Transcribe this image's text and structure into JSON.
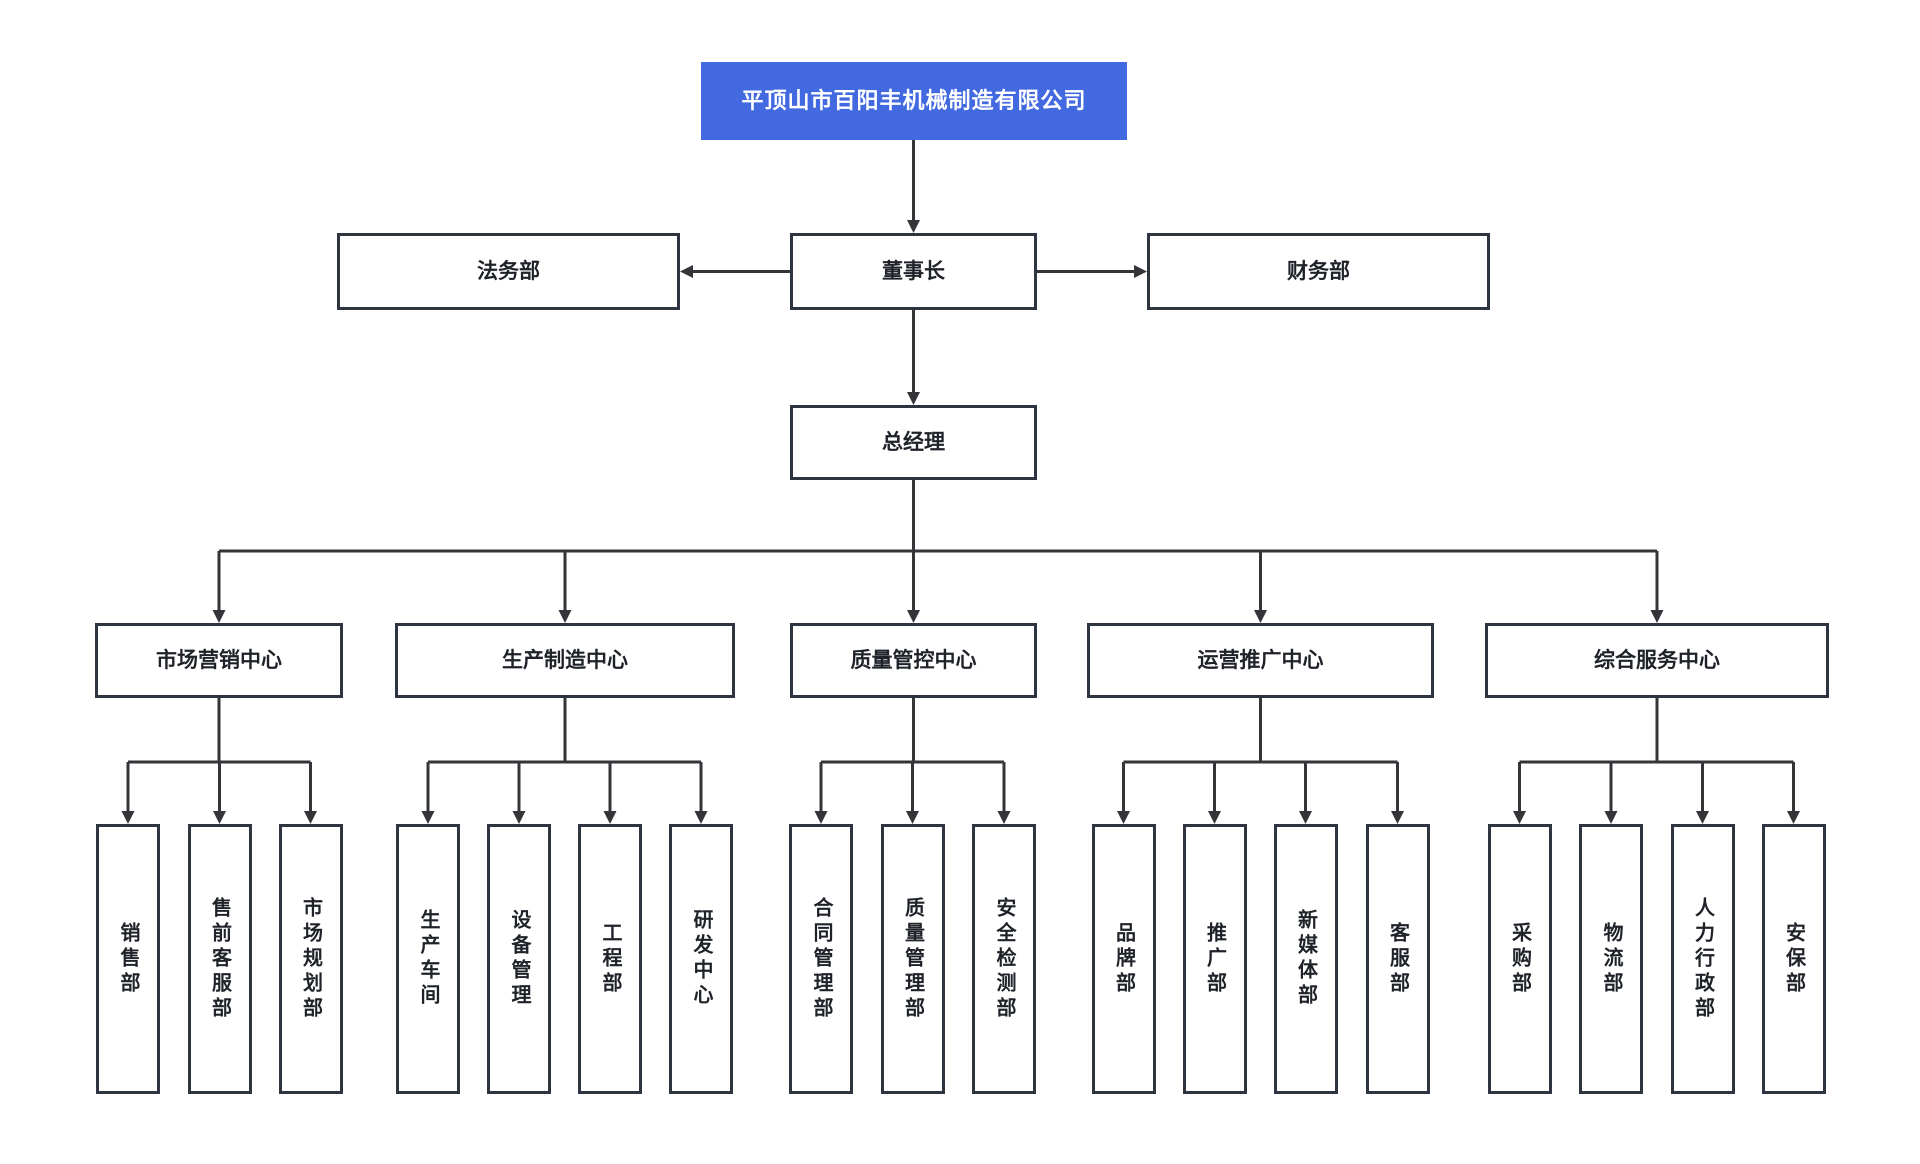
{
  "company": {
    "name": "平顶山市百阳丰机械制造有限公司"
  },
  "executives": {
    "legal": "法务部",
    "chairman": "董事长",
    "finance": "财务部",
    "general_manager": "总经理"
  },
  "centers": [
    {
      "label": "市场营销中心",
      "departments": [
        "销售部",
        "售前客服部",
        "市场规划部"
      ]
    },
    {
      "label": "生产制造中心",
      "departments": [
        "生产车间",
        "设备管理",
        "工程部",
        "研发中心"
      ]
    },
    {
      "label": "质量管控中心",
      "departments": [
        "合同管理部",
        "质量管理部",
        "安全检测部"
      ]
    },
    {
      "label": "运营推广中心",
      "departments": [
        "品牌部",
        "推广部",
        "新媒体部",
        "客服部"
      ]
    },
    {
      "label": "综合服务中心",
      "departments": [
        "采购部",
        "物流部",
        "人力行政部",
        "安保部"
      ]
    }
  ],
  "colors": {
    "accent": "#4269E0",
    "border": "#2E3440",
    "line": "#333539",
    "text": "#1F2329",
    "company_text": "#FFFFFF",
    "background": "#FFFFFF"
  }
}
